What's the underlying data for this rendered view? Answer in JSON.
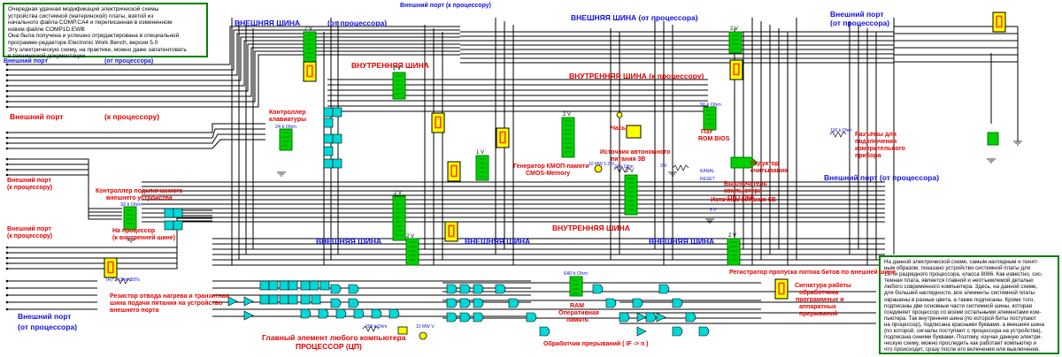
{
  "top_note": {
    "lines": [
      "Очередная удачная модификация электрической схемы",
      "устройства системной (материнской) платы, взятой из",
      "начального файла COMP.CA4 и переписанная в измененном",
      "новом файле COMP1D.EWB",
      "Она была получена и успешно отредактирована в специальной",
      "программе-редакторе Electronic Work Bench, версии 5.0",
      "Эту электрическую схему, на практике, можно даже запатентовать",
      "в технической документации"
    ]
  },
  "bottom_note": {
    "lines": [
      "На данной электрической схеме, самым наглядным и понят-",
      "ным образом, показано устройство системной платы для",
      "16-ти разрядного процессора, класса 8086. Как известно, сис-",
      "темная плата, является главной и неотъемлемой деталью",
      "любого современного компьютера. Здесь, на данной схеме,",
      "для большей наглядности, все элементы системной платы",
      "окрашены в разные цвета, а также подписаны. Кроме того,",
      "подписаны две основные части системной шины, которая",
      "соединяет процессор со всеми остальными элементами ком-",
      "пьютера. Так внутренняя шина (по которой биты поступают",
      "на процессор), подписана красными буквами, а внешняя шина",
      "(по которой, сигналы поступают с процессора на устройства),",
      "подписана синими буквами. Поэтому, изучая данную электри-",
      "ческую схему, можно проследить как работает компьютер и",
      "что происходит, сразу после его включения или выключения."
    ]
  },
  "labels": {
    "ext_bus_1": "ВНЕШНЯЯ  ШИНА",
    "from_cpu_1": "(от процессора)",
    "ext_port_top": "Внешний  порт   (к процессору)",
    "ext_bus_2": "ВНЕШНЯЯ  ШИНА  (от процессора)",
    "ext_port_right_1": "Внешний  порт",
    "ext_port_right_2": "(от процессора)",
    "ext_port_left_1": "Внешний  порт",
    "ext_port_left_1b": "(от процессора)",
    "int_bus_1": "ВНУТРЕННЯЯ  ШИНА",
    "int_bus_2": "ВНУТРЕННЯЯ  ШИНА  (к процессору)",
    "keyboard_ctrl_1": "Контроллер",
    "keyboard_ctrl_2": "клавиатуры",
    "ext_port_red_1": "Внешний  порт",
    "ext_port_red_1b": "(к  процессору)",
    "clock": "Часы",
    "rom_1": "ПЗУ",
    "rom_2": "ROM BIOS",
    "cmos_gen_1": "Генератор КМОП-памяти",
    "cmos_gen_2": "CMOS-Memory",
    "battery_1": "Источник автономного",
    "battery_2": "питания 3В",
    "connectors_1": "Разъёмы  для",
    "connectors_2": "подключения",
    "connectors_3": "измерительного",
    "connectors_4": "прибора",
    "reducer_1": "Редуктор",
    "reducer_2": "считывания",
    "switch_1": "Выключатель",
    "switch_2": "компьютера",
    "switch_3": "ON / OFF",
    "psu_6v": "Источник  питания  6В",
    "ext_port_right_3": "Внешний  порт  (от  процессора)",
    "plug_ctrl_1": "Контроллер подключаемого",
    "plug_ctrl_2": "внешнего устройства",
    "ext_port_red_2a": "Внешний порт",
    "ext_port_red_2b": "(к процессору)",
    "ext_port_red_3a": "Внешний  порт",
    "ext_port_red_3b": "(к процессору)",
    "to_cpu_int": "На процессор",
    "to_cpu_int_b": "(к внутренней шине)",
    "int_bus_3": "ВНУТРЕННЯЯ  ШИНА",
    "ext_bus_3": "ВНЕШНЯЯ  ШИНА",
    "ext_bus_4": "ВНЕШНЯЯ  ШИНА",
    "ext_bus_5": "ВНЕШНЯЯ  ШИНА",
    "register_skip": "Регистратор пропуска потока битов  по внешней шине",
    "resistor_1": "Резистор отвода нагрева и транзитная",
    "resistor_2": "шина подачи питания на устройство",
    "resistor_3": "внешнего порта",
    "ext_port_left_2a": "Внешний  порт",
    "ext_port_left_2b": "(от  процессора)",
    "cpu_1": "Главный  элемент любого компьютера",
    "cpu_2": "ПРОЦЕССОР (ЦП)",
    "ram_1": "RAM",
    "ram_2": "Оперативная",
    "ram_3": "память",
    "irq": "Обработчик прерываний  ( IF -> n )",
    "signature_1": "Сигнатура работы",
    "signature_2": "обработчика",
    "signature_3": "программных и",
    "signature_4": "аппаратных",
    "signature_5": "прерываний"
  },
  "component_values": {
    "v2": "2 V",
    "v1": "1 V",
    "ohm24": "24 k Ohm",
    "ohm32": "32 k Ohm",
    "ohm56": "56 k Ohm",
    "ohm640": "640 k Ohm",
    "ohm100": "100 k Ohm",
    "ohm24b": "24 k Ohm",
    "res50": "(R)* k Ohm /50%",
    "v12": "10 MW 1.2 V",
    "v3": "3 V",
    "v6": "6 V",
    "v10": "10 MW V",
    "kanal": "KANAL",
    "reset": "RESET",
    "ohm200": "200 k Ohm",
    "digits": [
      "0",
      "0",
      "0",
      "0",
      "0",
      "0",
      "0",
      "8",
      "3"
    ]
  },
  "colors": {
    "wire": "#000000",
    "chip_green": "#00d000",
    "chip_dark": "#007800",
    "display_yellow": "#ffff00",
    "display_digit": "#ff4000",
    "gate_cyan": "#00d8d8",
    "bus_red": "#e00000",
    "bus_blue": "#1010e0",
    "note_border": "#008000"
  }
}
